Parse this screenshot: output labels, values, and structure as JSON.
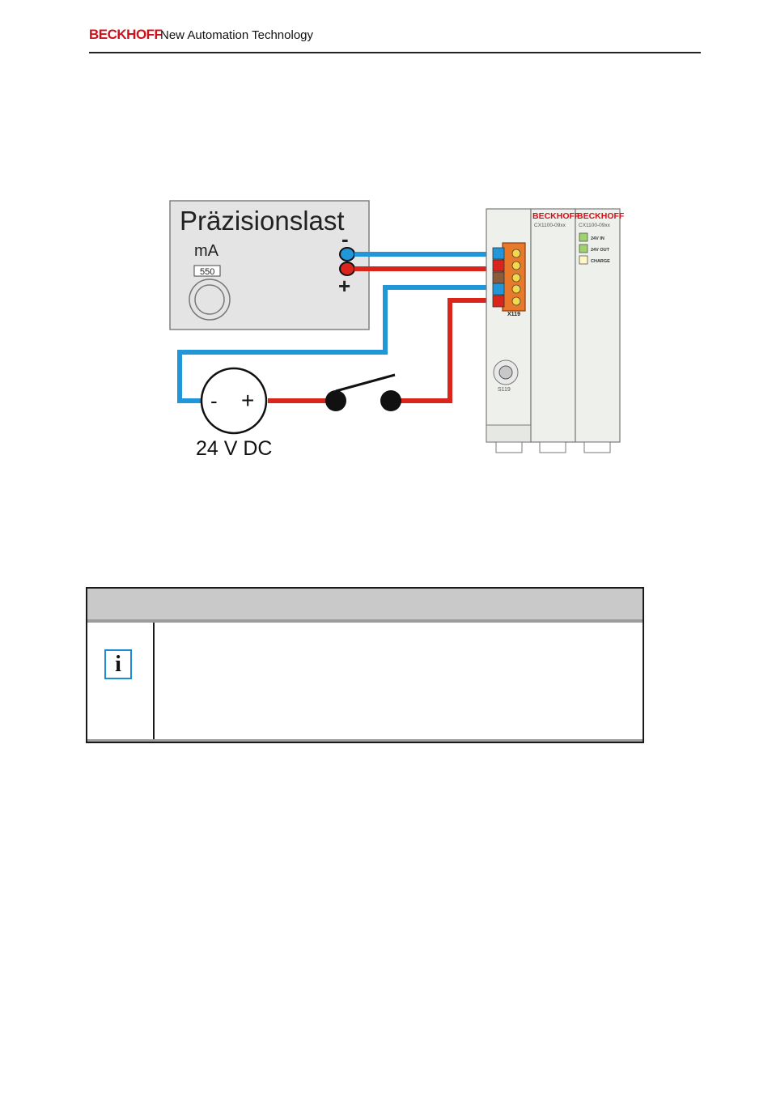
{
  "header": {
    "brand": "BECKHOFF",
    "tagline": "New Automation Technology"
  },
  "figure": {
    "load_title": "Präzisionslast",
    "load_unit": "mA",
    "load_display": "550",
    "minus_sign": "-",
    "plus_sign": "+",
    "supply_minus": "-",
    "supply_plus": "+",
    "supply_label": "24 V DC",
    "module1_brand": "BECKHOFF",
    "module1_type": "CX1100-09xx",
    "module2_brand": "BECKHOFF",
    "module2_type": "CX1100-09xx",
    "led_24v_in": "24V IN",
    "led_24v_out": "24V OUT",
    "led_charge": "CHARGE",
    "connector_label": "X119",
    "switch_label": "S119"
  },
  "note": {
    "heading": "",
    "icon": "info-icon",
    "icon_glyph": "i",
    "text": ""
  },
  "colors": {
    "brand_red": "#d0111b",
    "wire_blue": "#2196d8",
    "wire_red": "#d9251c",
    "terminal_orange": "#e8792a",
    "info_blue": "#1e8bd6"
  }
}
